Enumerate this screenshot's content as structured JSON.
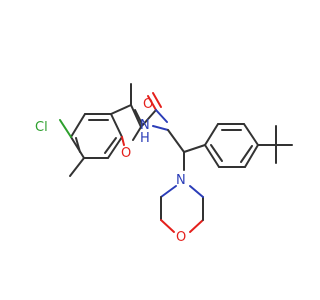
{
  "molecule": {
    "atoms": {
      "chlorine": "Cl",
      "furan_oxygen": "O",
      "carbonyl_oxygen": "O",
      "amide_nitrogen": "N",
      "amide_hydrogen": "H",
      "morpholine_nitrogen": "N",
      "morpholine_oxygen": "O"
    },
    "colors": {
      "bond": "#333333",
      "oxygen": "#e4201c",
      "nitrogen": "#2b3db8",
      "chlorine": "#2ea02e"
    }
  }
}
